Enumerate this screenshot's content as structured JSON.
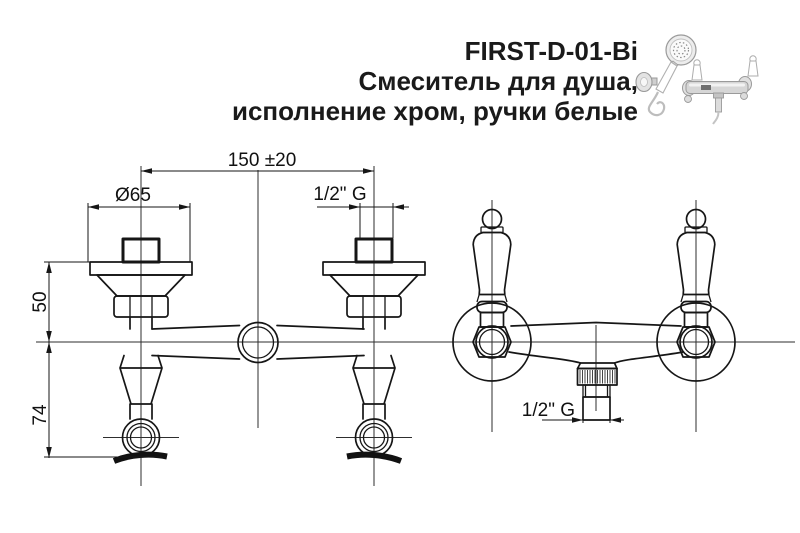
{
  "header": {
    "model": "FIRST-D-01-Bi",
    "description_line1": "Смеситель для душа,",
    "description_line2": "исполнение хром, ручки белые"
  },
  "left_view": {
    "dim_mount_distance": "150 ±20",
    "dim_flange_diameter": "Ø65",
    "dim_thread": "1/2\" G",
    "dim_offset_top": "50",
    "dim_offset_bottom": "74"
  },
  "right_view": {
    "dim_outlet_thread": "1/2\" G"
  },
  "colors": {
    "line": "#161616",
    "background": "#ffffff"
  }
}
